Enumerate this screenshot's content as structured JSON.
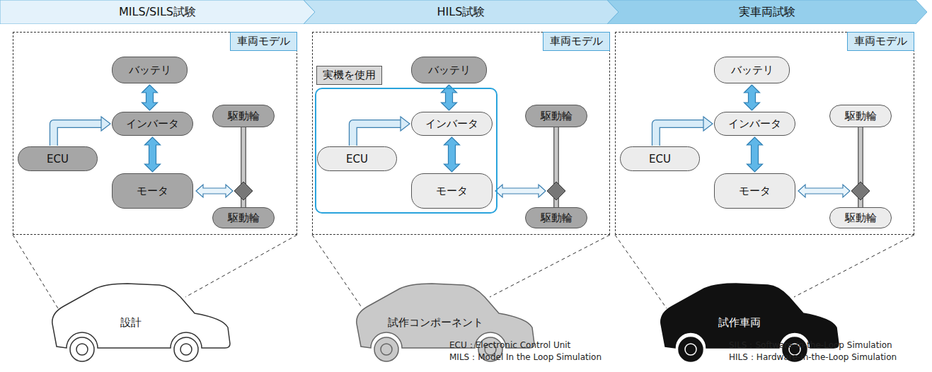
{
  "diagram": {
    "nodes": [
      {
        "text": [
          "MILS/SILS試験"
        ]
      },
      {
        "text": [
          "HILS試験"
        ]
      },
      {
        "text": [
          "実車両試験"
        ]
      },
      {
        "text": [
          "車両モデル"
        ]
      },
      {
        "text": [
          "バッテリ"
        ],
        "in": 3
      },
      {
        "text": [
          "インバータ"
        ],
        "in": 3
      },
      {
        "text": [
          "ECU"
        ],
        "in": 3
      },
      {
        "text": [
          "モータ"
        ],
        "in": 3
      },
      {
        "text": [
          "駆動輪"
        ],
        "in": 3
      },
      {
        "text": [
          "駆動輪"
        ],
        "in": 3
      },
      {
        "text": [
          "車両モデル"
        ]
      },
      {
        "text": [
          "実機を使用"
        ],
        "in": 10
      },
      {
        "text": [
          "バッテリ"
        ],
        "in": 10
      },
      {
        "text": [
          "インバータ"
        ],
        "in": 11
      },
      {
        "text": [
          "ECU"
        ],
        "in": 11
      },
      {
        "text": [
          "モータ"
        ],
        "in": 11
      },
      {
        "text": [
          "駆動輪"
        ],
        "in": 10
      },
      {
        "text": [
          "駆動輪"
        ],
        "in": 10
      },
      {
        "text": [
          "車両モデル"
        ]
      },
      {
        "text": [
          "バッテリ"
        ],
        "in": 18
      },
      {
        "text": [
          "インバータ"
        ],
        "in": 18
      },
      {
        "text": [
          "ECU"
        ],
        "in": 18
      },
      {
        "text": [
          "モータ"
        ],
        "in": 18
      },
      {
        "text": [
          "駆動輪"
        ],
        "in": 18
      },
      {
        "text": [
          "駆動輪"
        ],
        "in": 18
      },
      {
        "text": [
          "設計"
        ]
      },
      {
        "text": [
          "試作コンポーネント"
        ]
      },
      {
        "text": [
          "試作車両"
        ]
      }
    ],
    "edges": [
      {
        "from": 6,
        "to": 5,
        "arrow": "to"
      },
      {
        "from": 4,
        "to": 5,
        "arrow": "both"
      },
      {
        "from": 5,
        "to": 7,
        "arrow": "both"
      },
      {
        "from": 8,
        "to": 9,
        "arrow": "none"
      },
      {
        "from": 14,
        "to": 13,
        "arrow": "to"
      },
      {
        "from": 12,
        "to": 13,
        "arrow": "both"
      },
      {
        "from": 13,
        "to": 15,
        "arrow": "both"
      },
      {
        "from": 16,
        "to": 17,
        "arrow": "none"
      },
      {
        "from": 21,
        "to": 20,
        "arrow": "to"
      },
      {
        "from": 19,
        "to": 20,
        "arrow": "both"
      },
      {
        "from": 20,
        "to": 22,
        "arrow": "both"
      },
      {
        "from": 23,
        "to": 24,
        "arrow": "none"
      }
    ],
    "labels": [
      "ECU：Electronic Control Unit",
      "MILS：Model In the Loop Simulation",
      "SILS：Software-In-the-Loop Simulation",
      "HILS：Hardware-In-the-Loop Simulation"
    ]
  }
}
